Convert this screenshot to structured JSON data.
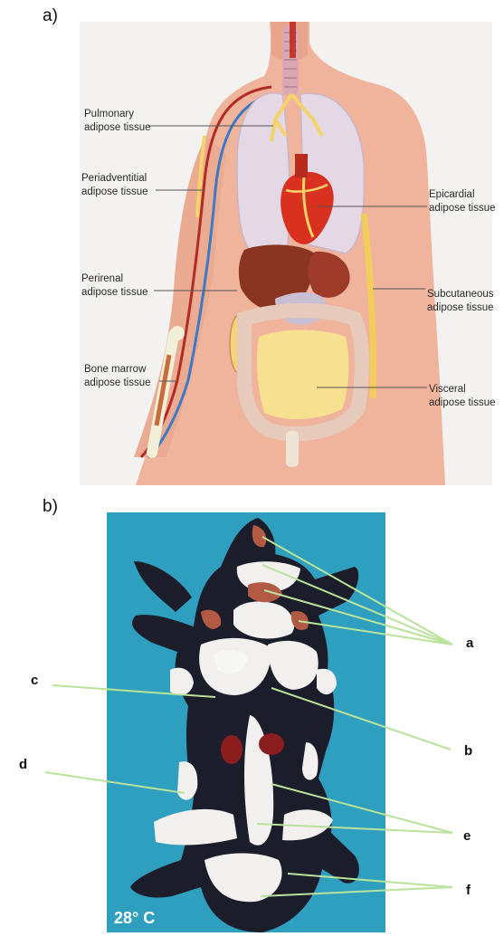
{
  "panel_a": {
    "letter": "a)",
    "labels": {
      "pulmonary": {
        "line1": "Pulmonary",
        "line2": "adipose tissue"
      },
      "periadventitial": {
        "line1": "Periadventitial",
        "line2": "adipose tissue"
      },
      "perirenal": {
        "line1": "Perirenal",
        "line2": "adipose tissue"
      },
      "bone_marrow": {
        "line1": "Bone marrow",
        "line2": "adipose tissue"
      },
      "epicardial": {
        "line1": "Epicardial",
        "line2": "adipose tissue"
      },
      "subcutaneous": {
        "line1": "Subcutaneous",
        "line2": "adipose tissue"
      },
      "visceral": {
        "line1": "Visceral",
        "line2": "adipose tissue"
      }
    }
  },
  "panel_b": {
    "letter": "b)",
    "temperature": "28° C",
    "labels": {
      "a": "a",
      "b": "b",
      "c": "c",
      "d": "d",
      "e": "e",
      "f": "f"
    }
  },
  "colors": {
    "skin": "#f0b39c",
    "background_a": "#f4f2f1",
    "blue_background": "#2f9fbf",
    "mouse_body": "#1b1d2b",
    "fat": "#f2f0ee",
    "arrow_green": "#b9e29a"
  }
}
